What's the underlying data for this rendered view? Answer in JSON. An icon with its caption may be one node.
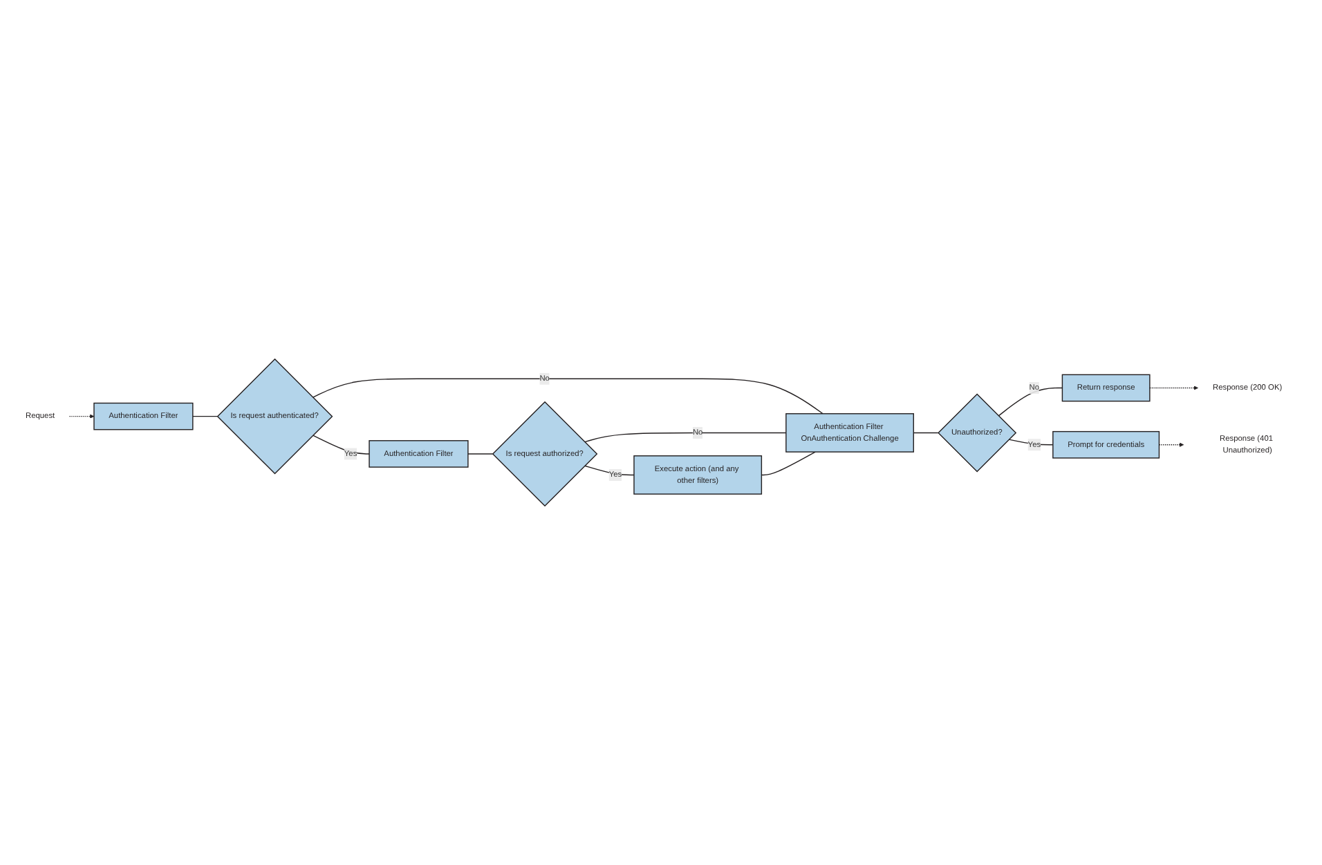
{
  "diagram": {
    "nodes": [
      {
        "text": [
          "Request"
        ]
      },
      {
        "text": [
          "Authentication Filter"
        ]
      },
      {
        "text": [
          "Is request authenticated?"
        ]
      },
      {
        "text": [
          "Authentication Filter"
        ]
      },
      {
        "text": [
          "Is request authorized?"
        ]
      },
      {
        "text": [
          "Return response"
        ]
      },
      {
        "text": [
          "Response (200 OK)"
        ]
      },
      {
        "text": [
          "Unauthorized?"
        ]
      },
      {
        "text": [
          "Authentication Filter OnAuthentication Challenge"
        ]
      },
      {
        "text": [
          "Prompt for credentials"
        ]
      },
      {
        "text": [
          "Response (401 Unauthorized)"
        ]
      },
      {
        "text": [
          "Execute action (and any other filters)"
        ]
      }
    ],
    "edges": [
      {
        "from": 0,
        "to": 1,
        "arrow": "to",
        "style": "dashed"
      },
      {
        "from": 1,
        "to": 2,
        "arrow": "none"
      },
      {
        "from": 2,
        "to": 3,
        "arrow": "none",
        "label": "Yes"
      },
      {
        "from": 3,
        "to": 4,
        "arrow": "none"
      },
      {
        "from": 2,
        "to": 8,
        "arrow": "none",
        "label": "No"
      },
      {
        "from": 4,
        "to": 8,
        "arrow": "none",
        "label": "No"
      },
      {
        "from": 4,
        "to": 11,
        "arrow": "none",
        "label": "Yes"
      },
      {
        "from": 11,
        "to": 8,
        "arrow": "none"
      },
      {
        "from": 8,
        "to": 7,
        "arrow": "none"
      },
      {
        "from": 7,
        "to": 5,
        "arrow": "none",
        "label": "No"
      },
      {
        "from": 7,
        "to": 9,
        "arrow": "none",
        "label": "Yes"
      },
      {
        "from": 5,
        "to": 6,
        "arrow": "to",
        "style": "dashed"
      },
      {
        "from": 9,
        "to": 10,
        "arrow": "to",
        "style": "dashed"
      }
    ]
  }
}
